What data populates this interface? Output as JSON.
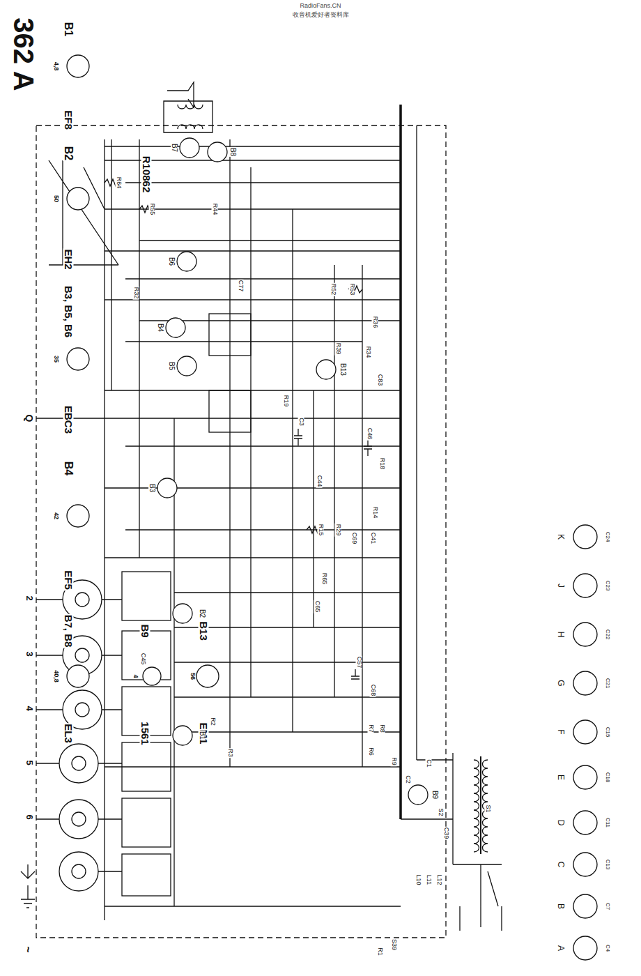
{
  "diagram": {
    "title": "362 A",
    "labels": [
      "RadioFans.CN",
      "收音机爱好者资料库",
      "B1",
      "4,8",
      "EF8",
      "B2",
      "50",
      "EH2",
      "B3, B5, B6",
      "35",
      "EBC3",
      "B4",
      "42",
      "EF5",
      "B7, B8",
      "40,8",
      "EL3",
      "B9",
      "4",
      "1561",
      "B13",
      "56",
      "EM1",
      "R10862",
      "Q",
      "2",
      "3",
      "4",
      "5",
      "6",
      "~",
      "B1",
      "B2",
      "B3",
      "B4",
      "B5",
      "B6",
      "B7",
      "B8",
      "B13",
      "B9",
      "R64",
      "R55",
      "R44",
      "C77",
      "R52",
      "R53",
      "R36",
      "R34",
      "C83",
      "R39",
      "R32",
      "C3",
      "R19",
      "C46",
      "R18",
      "C44",
      "R15",
      "R29",
      "C69",
      "C41",
      "R14",
      "R65",
      "C65",
      "C57",
      "C68",
      "R7",
      "R8",
      "R6",
      "R9",
      "C2",
      "C1",
      "C39",
      "S1",
      "S2",
      "L10",
      "L11",
      "L12",
      "S39",
      "R1",
      "R2",
      "R3",
      "C45",
      "K",
      "J",
      "H",
      "G",
      "F",
      "E",
      "D",
      "C",
      "B",
      "A",
      "C24",
      "C23",
      "C22",
      "C21",
      "C15",
      "C18",
      "C11",
      "C13",
      "C7",
      "C4"
    ]
  }
}
